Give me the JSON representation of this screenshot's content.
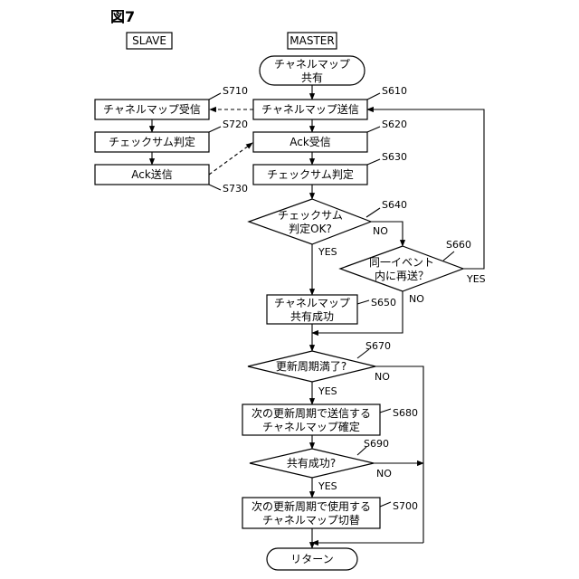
{
  "figure_label": "図7",
  "columns": {
    "slave": "SLAVE",
    "master": "MASTER"
  },
  "nodes": {
    "start": {
      "line1": "チャネルマップ",
      "line2": "共有"
    },
    "s610": {
      "text": "チャネルマップ送信",
      "step": "S610"
    },
    "s620": {
      "text": "Ack受信",
      "step": "S620"
    },
    "s630": {
      "text": "チェックサム判定",
      "step": "S630"
    },
    "s640": {
      "line1": "チェックサム",
      "line2": "判定OK?",
      "step": "S640"
    },
    "s650": {
      "line1": "チャネルマップ",
      "line2": "共有成功",
      "step": "S650"
    },
    "s660": {
      "line1": "同一イベント",
      "line2": "内に再送？",
      "step": "S660"
    },
    "s670": {
      "text": "更新周期満了?",
      "step": "S670"
    },
    "s680": {
      "line1": "次の更新周期で送信する",
      "line2": "チャネルマップ確定",
      "step": "S680"
    },
    "s690": {
      "text": "共有成功?",
      "step": "S690"
    },
    "s700": {
      "line1": "次の更新周期で使用する",
      "line2": "チャネルマップ切替",
      "step": "S700"
    },
    "s710": {
      "text": "チャネルマップ受信",
      "step": "S710"
    },
    "s720": {
      "text": "チェックサム判定",
      "step": "S720"
    },
    "s730": {
      "text": "Ack送信",
      "step": "S730"
    },
    "end": {
      "text": "リターン"
    }
  },
  "branch_labels": {
    "s640_no": "NO",
    "s640_yes": "YES",
    "s660_yes": "YES",
    "s660_no": "NO",
    "s670_no": "NO",
    "s670_yes": "YES",
    "s690_no": "NO",
    "s690_yes": "YES"
  }
}
